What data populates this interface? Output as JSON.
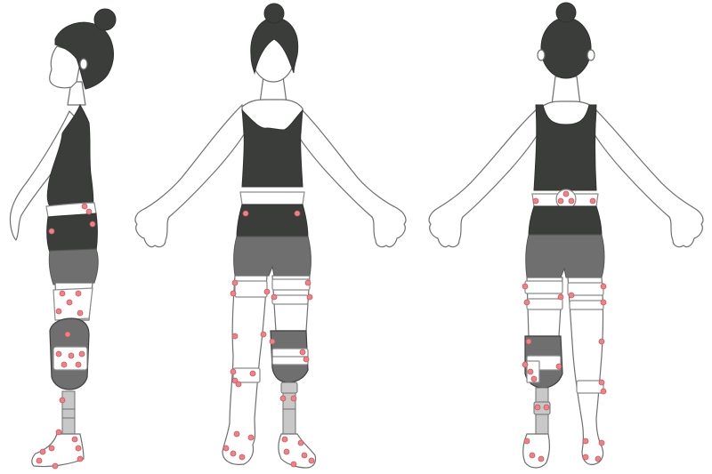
{
  "figure": {
    "views": [
      {
        "id": "side",
        "label": ""
      },
      {
        "id": "front",
        "label": ""
      },
      {
        "id": "back",
        "label": ""
      }
    ],
    "colors": {
      "hair_and_top": "#3b3d3b",
      "shorts": "#6e6f6e",
      "skin_outline": "#6f6f6f",
      "marker_fill": "#e8848a",
      "marker_stroke": "#c9585f",
      "background": "#ffffff"
    },
    "marker_counts": {
      "side": 24,
      "front": 30,
      "back": 28
    }
  }
}
